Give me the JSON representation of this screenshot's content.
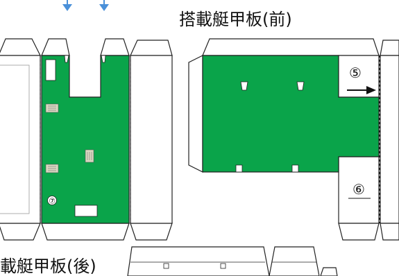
{
  "labels": {
    "front_title": "搭載艇甲板(前)",
    "rear_title": "載艇甲板(後)",
    "part5": "⑤",
    "part6": "⑥",
    "part7": "⑦"
  },
  "colors": {
    "green": "#0aa44a",
    "arrow_blue": "#4a90d9",
    "outline": "#222222",
    "white": "#ffffff"
  }
}
